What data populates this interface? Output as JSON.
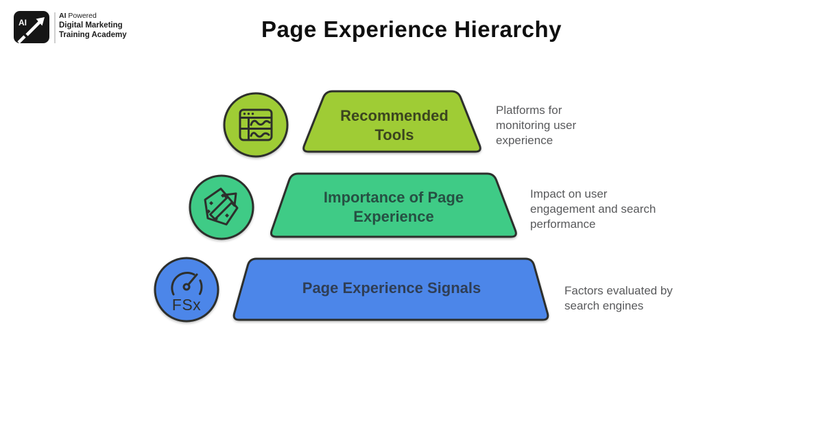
{
  "page": {
    "title": "Page Experience Hierarchy",
    "background": "#ffffff"
  },
  "logo": {
    "badge_label": "AI",
    "badge_icon": "rising-arrow-icon",
    "tagline_prefix": "AI",
    "tagline_rest": " Powered",
    "brand_line1": "Digital Marketing",
    "brand_line2": "Training Academy"
  },
  "colors": {
    "lime": "#9fcc35",
    "green": "#3fcb86",
    "blue": "#4c86e9",
    "outline": "#2d2f2c",
    "title_text": "#0f0f0f",
    "description_text": "#58595b",
    "logo_black": "#161616"
  },
  "levels": [
    {
      "name": "recommended-tools",
      "label": "Recommended Tools",
      "description": "Platforms for monitoring user experience",
      "fill": "#9fcc35",
      "label_color": "#3b451f",
      "icon": "analytics-browser-icon"
    },
    {
      "name": "importance-of-page-experience",
      "label": "Importance of Page Experience",
      "description": "Impact on user engagement and search performance",
      "fill": "#3fcb86",
      "label_color": "#265043",
      "icon": "growth-arrow-icon"
    },
    {
      "name": "page-experience-signals",
      "label": "Page Experience Signals",
      "description": "Factors evaluated by search engines",
      "fill": "#4c86e9",
      "label_color": "#2f3e55",
      "icon": "speedometer-icon",
      "gauge_text": "FSx"
    }
  ]
}
